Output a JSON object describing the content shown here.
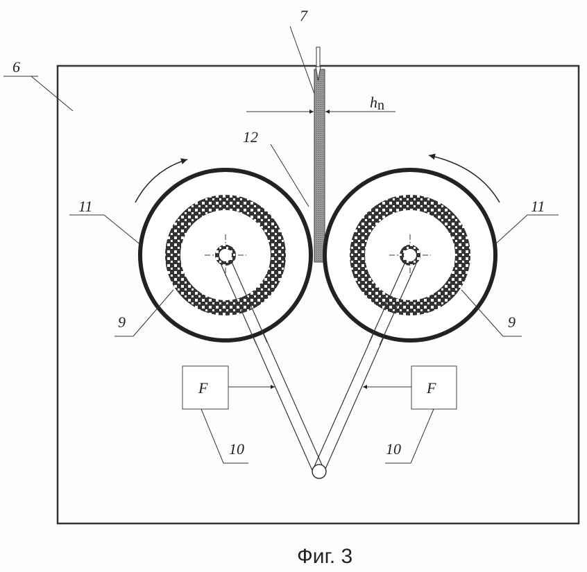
{
  "labels": {
    "housing": "6",
    "strip_feed": "7",
    "dimension": "h",
    "dimension_sub": "n",
    "strip": "12",
    "roller_left": "11",
    "roller_right": "11",
    "coil_left": "9",
    "coil_right": "9",
    "force_left": "F",
    "force_right": "F",
    "force_unit_left": "10",
    "force_unit_right": "10"
  },
  "caption": "Фиг. 3"
}
